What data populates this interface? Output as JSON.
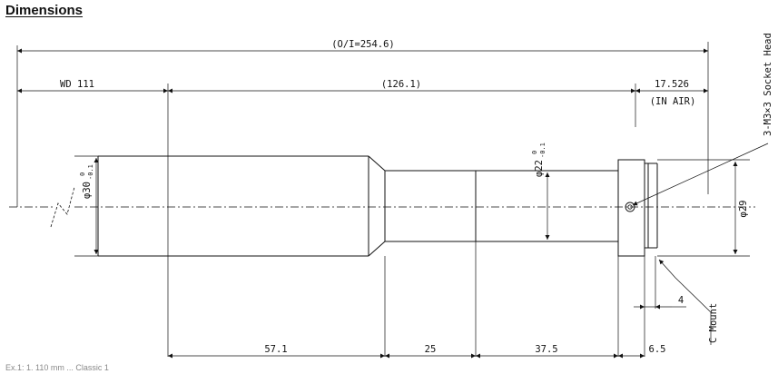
{
  "heading": "Dimensions",
  "dimensions": {
    "overall": "(O/I=254.6)",
    "working_distance": "WD 111",
    "mid_span": "(126.1)",
    "flange": "17.526",
    "flange_note": "(IN AIR)",
    "seg_1": "57.1",
    "seg_2": "25",
    "seg_3": "37.5",
    "seg_4": "6.5",
    "thread_gap": "4"
  },
  "diameters": {
    "front": "φ30",
    "front_tol_upper": "0",
    "front_tol_lower": "-0.1",
    "mid": "φ22",
    "mid_tol_upper": "0",
    "mid_tol_lower": "-0.1",
    "rear": "φ29"
  },
  "callouts": {
    "screw": "3-M3×3 Socket Head",
    "mount": "C Mount"
  },
  "footer": "Ex.1: 1. 110 mm ... Classic 1"
}
